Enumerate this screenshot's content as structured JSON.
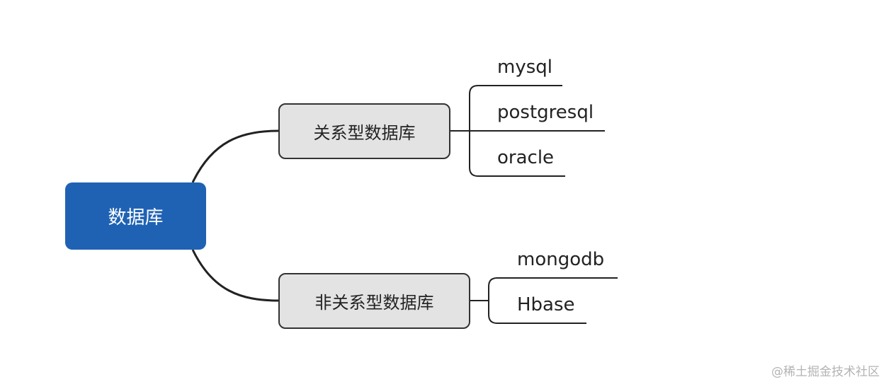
{
  "root": {
    "label": "数据库"
  },
  "branches": [
    {
      "label": "关系型数据库",
      "children": [
        "mysql",
        "postgresql",
        "oracle"
      ]
    },
    {
      "label": "非关系型数据库",
      "children": [
        "mongodb",
        "Hbase"
      ]
    }
  ],
  "watermark": "@稀土掘金技术社区",
  "colors": {
    "root_fill": "#1f62b4",
    "branch_fill": "#e3e3e3",
    "line": "#222222"
  }
}
